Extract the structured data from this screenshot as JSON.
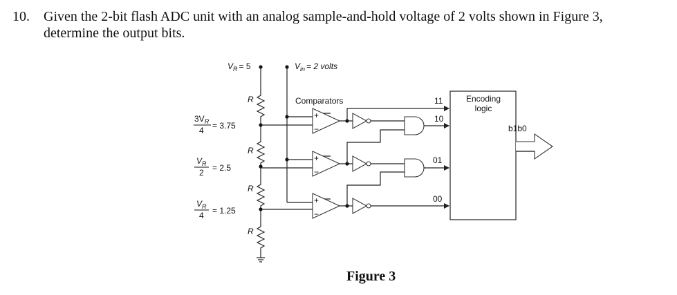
{
  "question": {
    "number": "10.",
    "line1": "Given the 2-bit flash ADC unit with an analog sample-and-hold voltage of 2 volts shown in Figure 3,",
    "line2": "determine the output bits."
  },
  "figure": {
    "caption": "Figure 3",
    "reference": {
      "label": "V",
      "sub": "R",
      "value": "= 5"
    },
    "input": {
      "label": "V",
      "sub": "in",
      "value": "= 2 volts"
    },
    "comparators_label": "Comparators",
    "resistor_label": "R",
    "taps": [
      {
        "num": "3V",
        "sub": "R",
        "den": "4",
        "value": "= 3.75"
      },
      {
        "num": "V",
        "sub": "R",
        "den": "2",
        "value": "= 2.5"
      },
      {
        "num": "V",
        "sub": "R",
        "den": "4",
        "value": "= 1.25"
      }
    ],
    "lines": [
      "11",
      "10",
      "01",
      "00"
    ],
    "encoder": {
      "line1": "Encoding",
      "line2": "logic"
    },
    "output_label": "b1b0",
    "comparator_plus": "+",
    "comparator_minus": "−"
  }
}
